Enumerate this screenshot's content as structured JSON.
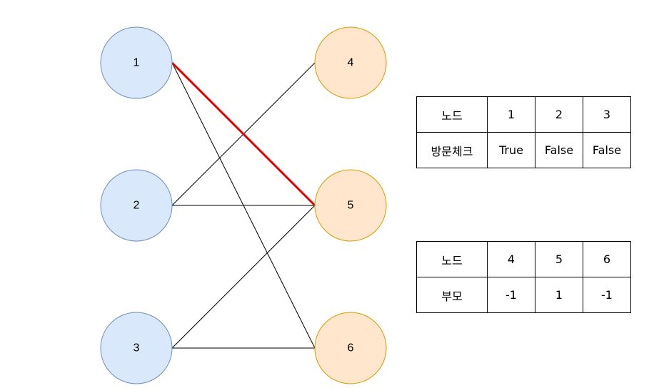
{
  "left_nodes": [
    {
      "id": "node-1",
      "label": "1"
    },
    {
      "id": "node-2",
      "label": "2"
    },
    {
      "id": "node-3",
      "label": "3"
    }
  ],
  "right_nodes": [
    {
      "id": "node-4",
      "label": "4"
    },
    {
      "id": "node-5",
      "label": "5"
    },
    {
      "id": "node-6",
      "label": "6"
    }
  ],
  "edges": [
    {
      "from": "1",
      "to": "5",
      "highlighted": true
    },
    {
      "from": "1",
      "to": "6",
      "highlighted": false
    },
    {
      "from": "2",
      "to": "4",
      "highlighted": false
    },
    {
      "from": "2",
      "to": "5",
      "highlighted": false
    },
    {
      "from": "3",
      "to": "5",
      "highlighted": false
    },
    {
      "from": "3",
      "to": "6",
      "highlighted": false
    }
  ],
  "colors": {
    "left_fill": "#dae8fc",
    "left_stroke": "#6c8ebf",
    "right_fill": "#ffe6cc",
    "right_stroke": "#d79b00",
    "edge": "#000000",
    "highlight": "#e00000"
  },
  "visit_table": {
    "header_label": "노드",
    "row_label": "방문체크",
    "nodes": [
      "1",
      "2",
      "3"
    ],
    "values": [
      "True",
      "False",
      "False"
    ]
  },
  "parent_table": {
    "header_label": "노드",
    "row_label": "부모",
    "nodes": [
      "4",
      "5",
      "6"
    ],
    "values": [
      "-1",
      "1",
      "-1"
    ]
  }
}
